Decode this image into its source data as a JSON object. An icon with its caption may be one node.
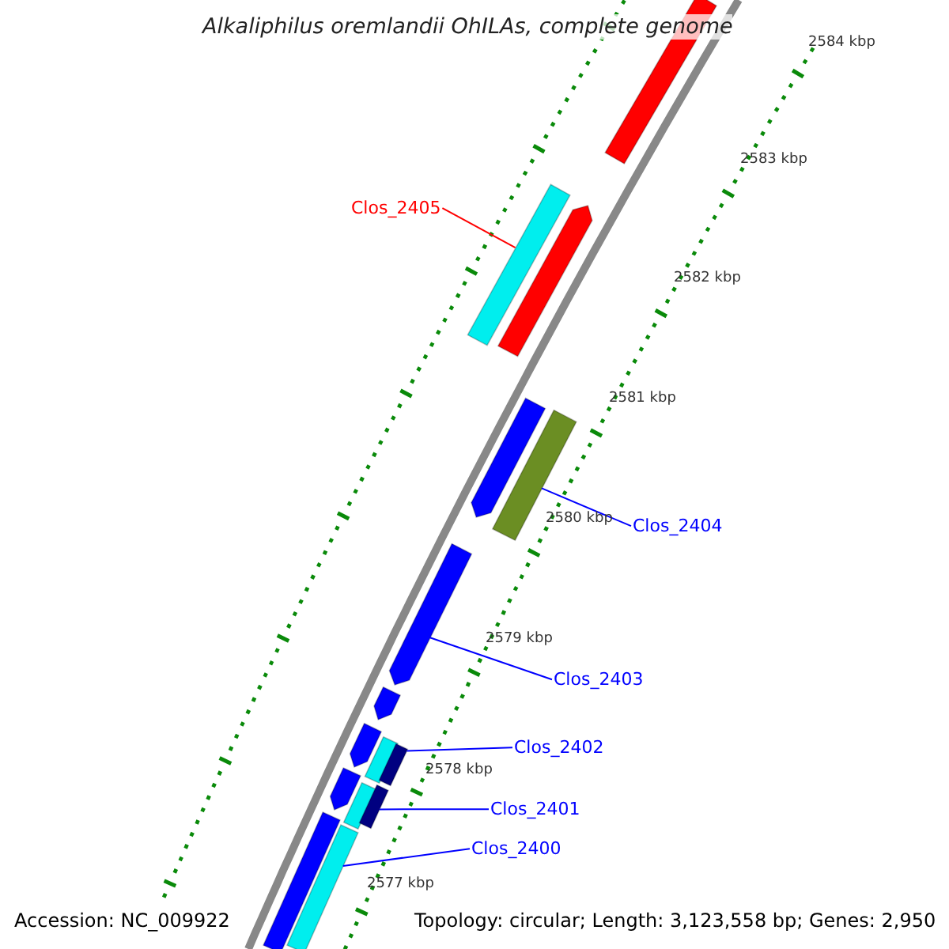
{
  "diagram": {
    "title": "Alkaliphilus oremlandii OhILAs, complete genome",
    "nodes": [
      {
        "text": [
          "Clos_2405"
        ]
      },
      {
        "text": [
          "Clos_2404"
        ]
      },
      {
        "text": [
          "Clos_2403"
        ]
      },
      {
        "text": [
          "Clos_2402"
        ]
      },
      {
        "text": [
          "Clos_2401"
        ]
      },
      {
        "text": [
          "Clos_2400"
        ]
      },
      {
        "text": [],
        "shape": "bar"
      },
      {
        "text": [],
        "shape": "bar"
      },
      {
        "text": [],
        "shape": "bar"
      },
      {
        "text": [],
        "shape": "bar"
      },
      {
        "text": [],
        "shape": "bar"
      },
      {
        "text": [],
        "shape": "bar"
      },
      {
        "text": [],
        "shape": "bar"
      },
      {
        "text": [],
        "shape": "bar"
      },
      {
        "text": [],
        "shape": "bar"
      },
      {
        "text": [],
        "shape": "bar"
      },
      {
        "text": [],
        "shape": "bar"
      },
      {
        "text": [],
        "shape": "bar"
      },
      {
        "text": [],
        "shape": "bar"
      },
      {
        "text": [],
        "shape": "bar"
      },
      {
        "text": [],
        "shape": "bar"
      }
    ],
    "edges": [
      {
        "from": 0,
        "to": 7,
        "arrow": "none",
        "color": "#ff0000"
      },
      {
        "from": 1,
        "to": 10,
        "arrow": "none"
      },
      {
        "from": 2,
        "to": 11,
        "arrow": "none"
      },
      {
        "from": 3,
        "to": 15,
        "arrow": "none"
      },
      {
        "from": 4,
        "to": 18,
        "arrow": "none"
      },
      {
        "from": 5,
        "to": 20,
        "arrow": "none"
      }
    ],
    "labels": [
      "2584 kbp",
      "2583 kbp",
      "2582 kbp",
      "2581 kbp",
      "2580 kbp",
      "2579 kbp",
      "2578 kbp",
      "2577 kbp",
      "Accession: NC_009922",
      "Topology: circular; Length: 3,123,558 bp; Genes: 2,950"
    ]
  }
}
